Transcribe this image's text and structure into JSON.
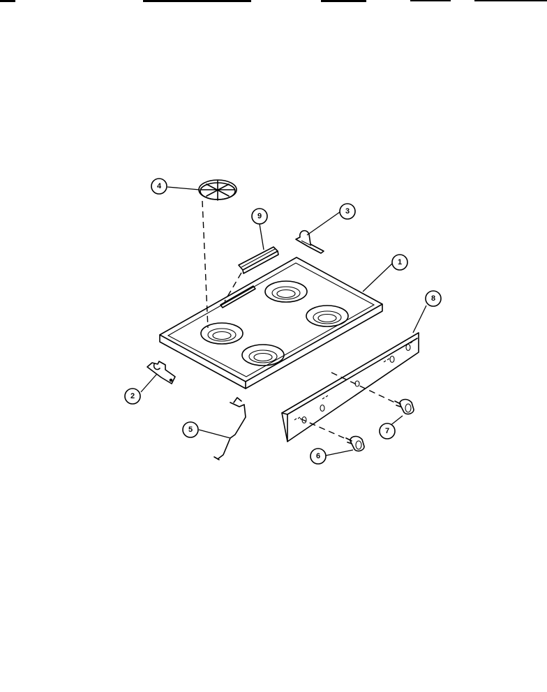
{
  "header": {
    "fragments": [
      "",
      "",
      "",
      "",
      ""
    ]
  },
  "callouts": [
    {
      "id": "c1",
      "label": "1"
    },
    {
      "id": "c2",
      "label": "2"
    },
    {
      "id": "c3",
      "label": "3"
    },
    {
      "id": "c4",
      "label": "4"
    },
    {
      "id": "c5",
      "label": "5"
    },
    {
      "id": "c6",
      "label": "6"
    },
    {
      "id": "c7",
      "label": "7"
    },
    {
      "id": "c8",
      "label": "8"
    },
    {
      "id": "c9",
      "label": "9"
    }
  ]
}
